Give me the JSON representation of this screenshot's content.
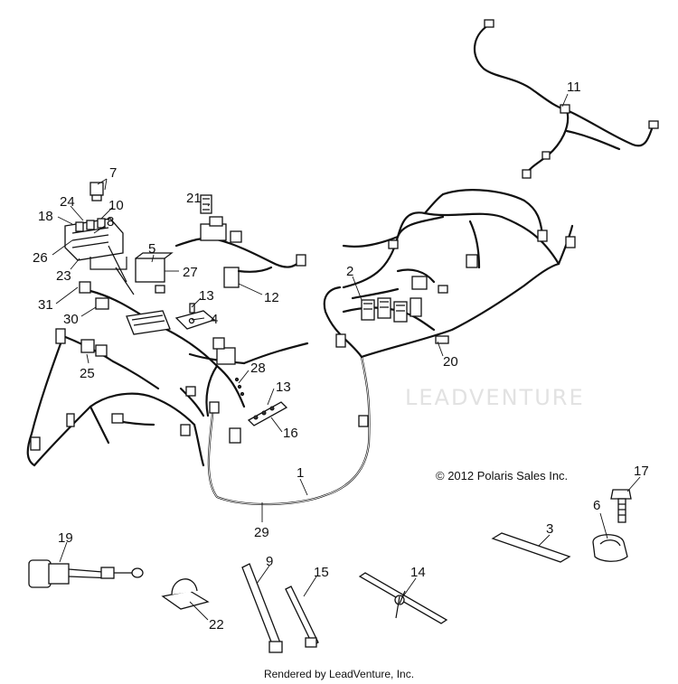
{
  "watermark": "LEADVENTURE",
  "copyright": "© 2012 Polaris Sales Inc.",
  "footer": "Rendered by LeadVenture, Inc.",
  "callouts": {
    "c1": "1",
    "c2": "2",
    "c3": "3",
    "c4": "4",
    "c5": "5",
    "c6": "6",
    "c7": "7",
    "c8": "8",
    "c9": "9",
    "c10": "10",
    "c11": "11",
    "c12": "12",
    "c13a": "13",
    "c13b": "13",
    "c14": "14",
    "c15": "15",
    "c16": "16",
    "c17": "17",
    "c18": "18",
    "c19": "19",
    "c20": "20",
    "c21": "21",
    "c22": "22",
    "c23": "23",
    "c24": "24",
    "c25": "25",
    "c26": "26",
    "c27": "27",
    "c28": "28",
    "c29": "29",
    "c30": "30",
    "c31": "31"
  }
}
